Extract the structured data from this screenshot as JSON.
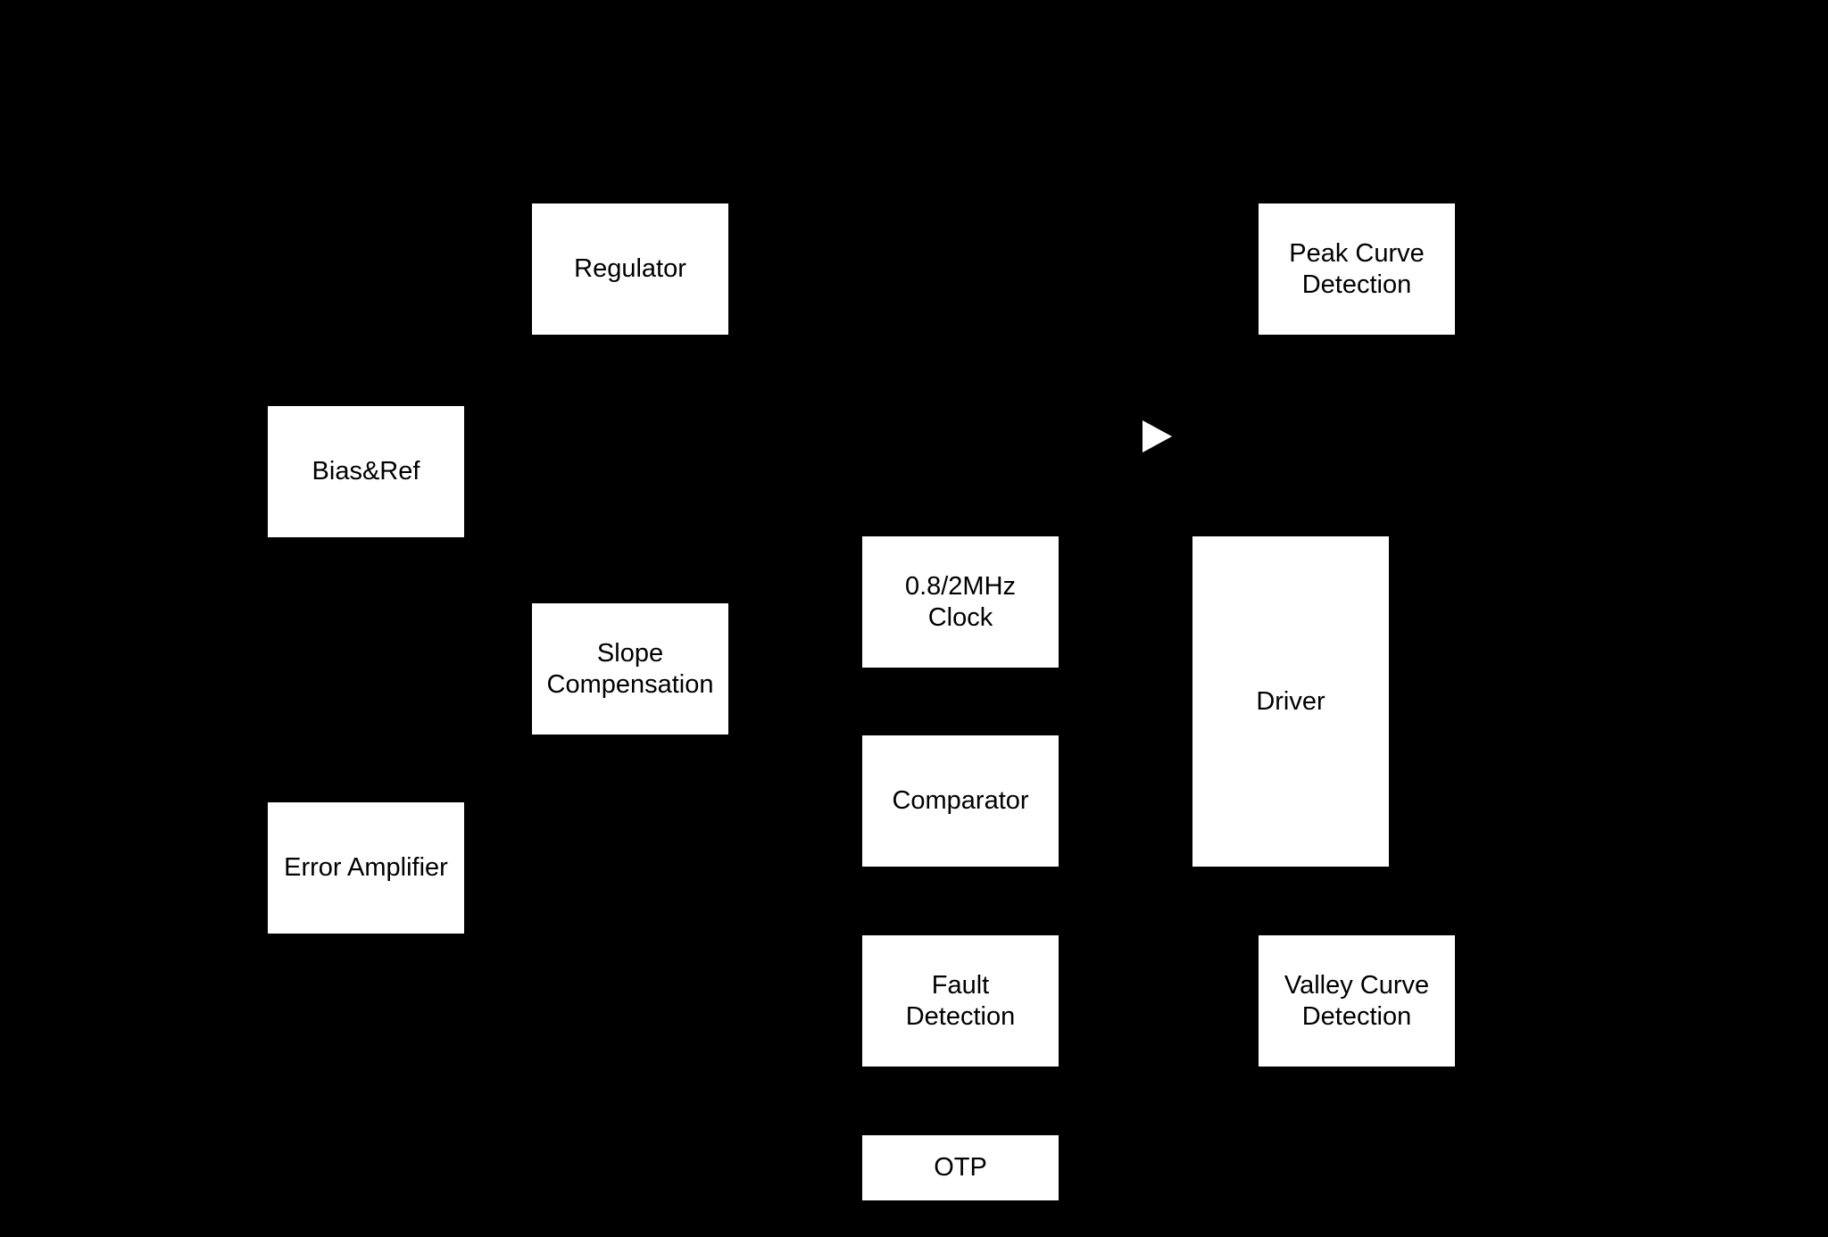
{
  "diagram": {
    "blocks": {
      "regulator": {
        "lines": [
          "Regulator"
        ]
      },
      "bias_ref": {
        "lines": [
          "Bias&Ref"
        ]
      },
      "slope_compensation": {
        "lines": [
          "Slope",
          "Compensation"
        ]
      },
      "error_amplifier": {
        "lines": [
          "Error Amplifier"
        ]
      },
      "clock": {
        "lines": [
          "0.8/2MHz",
          "Clock"
        ]
      },
      "comparator": {
        "lines": [
          "Comparator"
        ]
      },
      "fault_detection": {
        "lines": [
          "Fault",
          "Detection"
        ]
      },
      "otp": {
        "lines": [
          "OTP"
        ]
      },
      "peak_curve_detection": {
        "lines": [
          "Peak Curve",
          "Detection"
        ]
      },
      "driver": {
        "lines": [
          "Driver"
        ]
      },
      "valley_curve_detection": {
        "lines": [
          "Valley Curve",
          "Detection"
        ]
      }
    },
    "colors": {
      "background": "#000000",
      "block_fill": "#ffffff",
      "text": "#000000"
    },
    "icons": [
      "arrow-right-icon"
    ]
  }
}
